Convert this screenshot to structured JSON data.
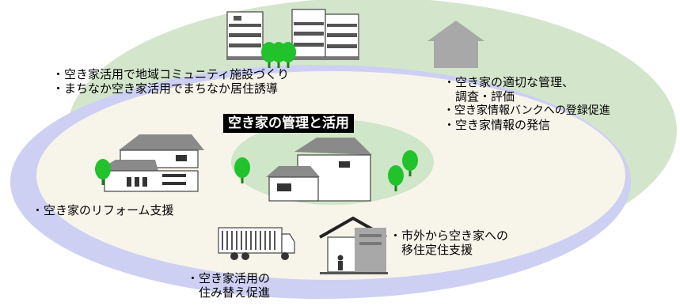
{
  "diagram": {
    "title": "空き家の管理と活用",
    "labels": {
      "community": [
        "・空き家活用で地域コミュニティ施設づくり",
        "・まちなか空き家活用でまちなか居住誘導"
      ],
      "management": [
        "・空き家の適切な管理、",
        "　調査・評価",
        "・空き家情報バンクへの登録促進",
        "・空き家情報の発信"
      ],
      "reform": "・空き家のリフォーム支援",
      "moving": [
        "・空き家活用の",
        "　住み替え促進"
      ],
      "migration": [
        "・市外から空き家への",
        "　移住定住支援"
      ]
    },
    "colors": {
      "outer_ellipse_green": "#d3e6cc",
      "outer_ellipse_blue": "#cdd0f3",
      "inner_ellipse": "#f7f4ea",
      "center_ellipse": "#cfe6c8",
      "tree": "#22c22c",
      "house_gray": "#a8a8a8"
    },
    "icons": [
      "apartment-building-icon",
      "house-silhouette-icon",
      "two-story-house-icon",
      "residence-icon",
      "moving-truck-icon",
      "shed-with-person-icon",
      "tree-icon"
    ]
  }
}
